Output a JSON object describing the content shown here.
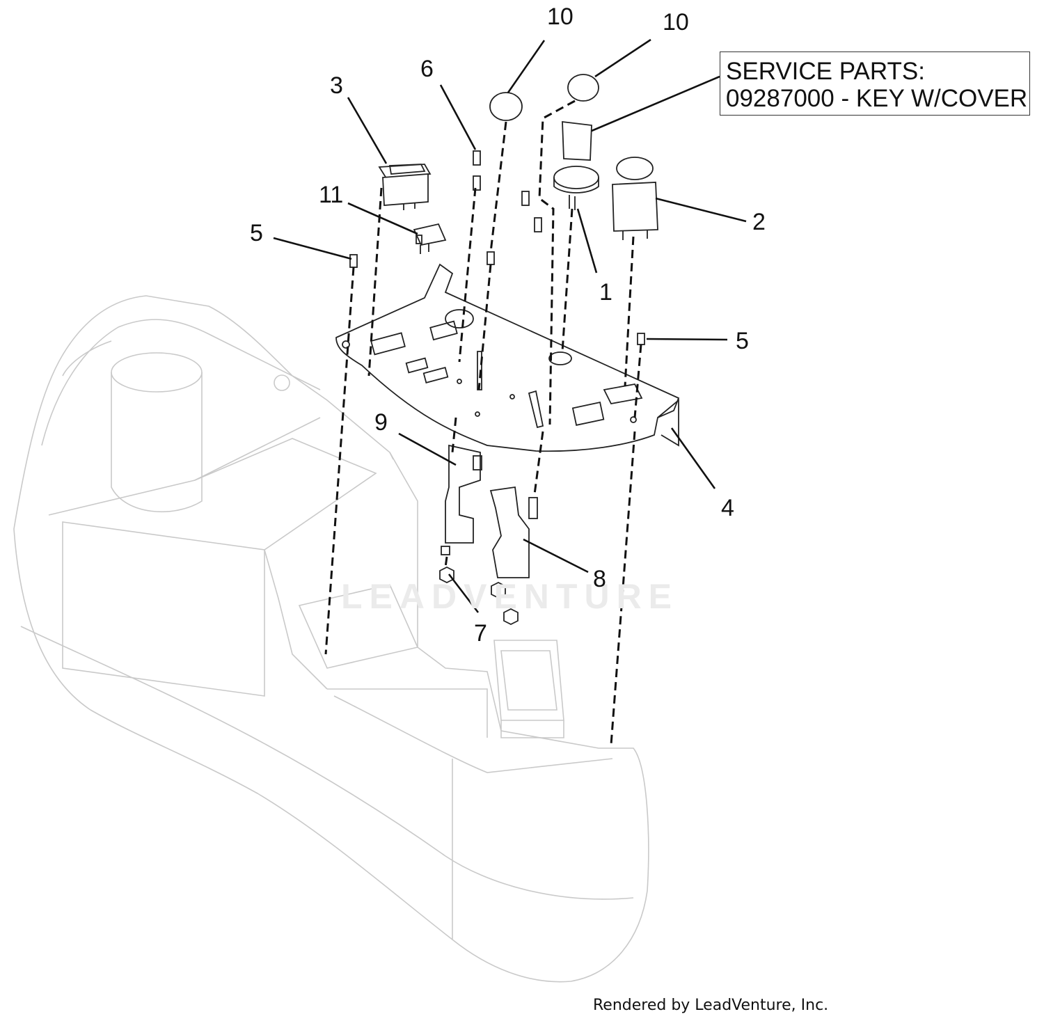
{
  "service_box": {
    "line1": "SERVICE PARTS:",
    "line2": "09287000 - KEY W/COVER"
  },
  "callouts": [
    {
      "id": "1",
      "label": "1"
    },
    {
      "id": "2",
      "label": "2"
    },
    {
      "id": "3",
      "label": "3"
    },
    {
      "id": "4",
      "label": "4"
    },
    {
      "id": "5a",
      "label": "5"
    },
    {
      "id": "5b",
      "label": "5"
    },
    {
      "id": "6",
      "label": "6"
    },
    {
      "id": "7",
      "label": "7"
    },
    {
      "id": "8",
      "label": "8"
    },
    {
      "id": "9",
      "label": "9"
    },
    {
      "id": "10a",
      "label": "10"
    },
    {
      "id": "10b",
      "label": "10"
    },
    {
      "id": "11",
      "label": "11"
    }
  ],
  "watermark": "LEADVENTURE",
  "credit": "Rendered by LeadVenture, Inc."
}
